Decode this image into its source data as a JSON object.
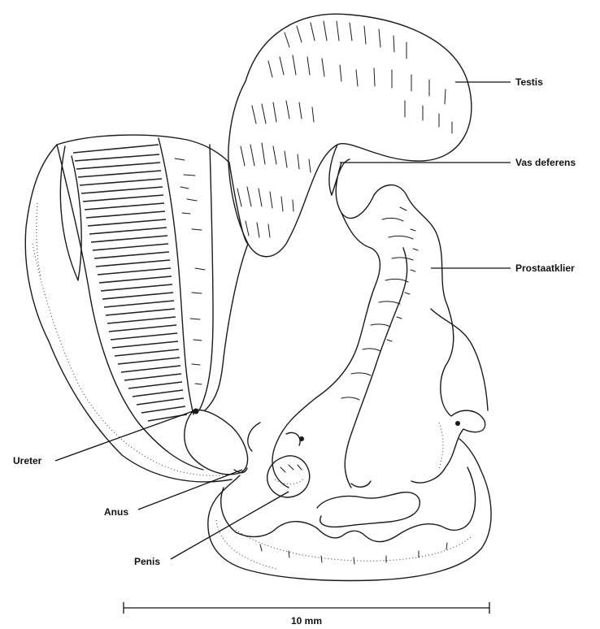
{
  "labels": {
    "testis": "Testis",
    "vas_deferens": "Vas deferens",
    "prostaatklier": "Prostaatklier",
    "ureter": "Ureter",
    "anus": "Anus",
    "penis": "Penis"
  },
  "scale_bar": {
    "label": "10 mm"
  }
}
